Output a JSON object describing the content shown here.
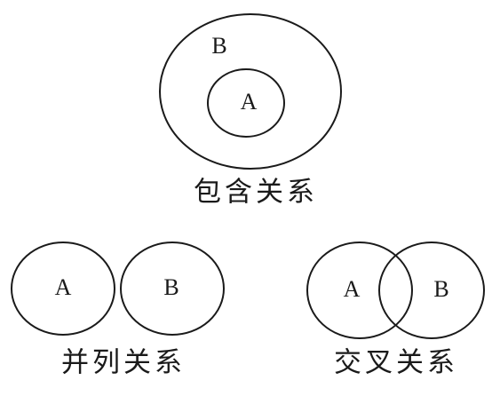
{
  "diagram": {
    "inclusion": {
      "caption": "包含关系",
      "outer_label": "B",
      "inner_label": "A"
    },
    "parallel": {
      "caption": "并列关系",
      "left_label": "A",
      "right_label": "B"
    },
    "intersection": {
      "caption": "交叉关系",
      "left_label": "A",
      "right_label": "B"
    }
  }
}
